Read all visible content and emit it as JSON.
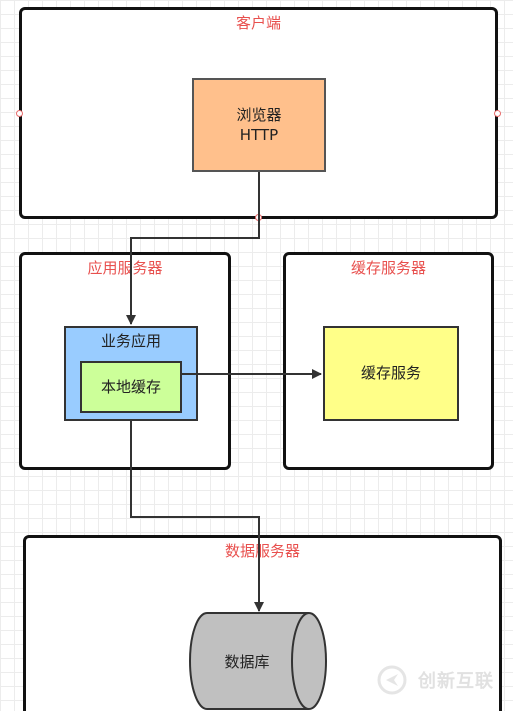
{
  "client": {
    "title": "客户端",
    "browser_line1": "浏览器",
    "browser_line2": "HTTP"
  },
  "app_server": {
    "title": "应用服务器",
    "business_app": "业务应用",
    "local_cache": "本地缓存"
  },
  "cache_server": {
    "title": "缓存服务器",
    "cache_service": "缓存服务"
  },
  "data_server": {
    "title": "数据服务器",
    "database": "数据库"
  },
  "watermark": {
    "text": "创新互联"
  },
  "colors": {
    "title_red": "#e8504e",
    "browser_fill": "#ffc08c",
    "business_fill": "#99ccff",
    "local_cache_fill": "#ccff99",
    "cache_service_fill": "#ffff88",
    "database_fill": "#c0c0c0"
  }
}
